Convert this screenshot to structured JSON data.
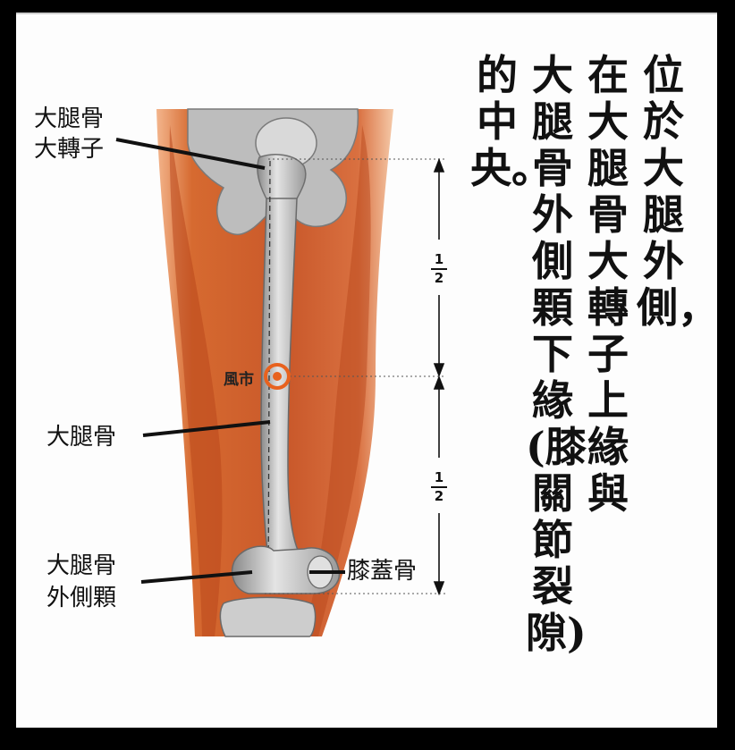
{
  "labels": {
    "trochanter_line1": "大腿骨",
    "trochanter_line2": "大轉子",
    "acupoint": "風市",
    "femur": "大腿骨",
    "condyle_line1": "大腿骨",
    "condyle_line2": "外側顆",
    "patella": "膝蓋骨"
  },
  "fraction_upper": {
    "numerator": "1",
    "denominator": "2"
  },
  "fraction_lower": {
    "numerator": "1",
    "denominator": "2"
  },
  "description_columns": [
    "位於大腿外側，",
    "在大腿骨大轉子上緣與",
    "大腿骨外側顆下緣(膝關節裂隙)",
    "的中央。"
  ],
  "colors": {
    "skin": "#d4672e",
    "skin_dark": "#b9471c",
    "bone": "#c9c9c9",
    "acupoint": "#e8621e"
  }
}
